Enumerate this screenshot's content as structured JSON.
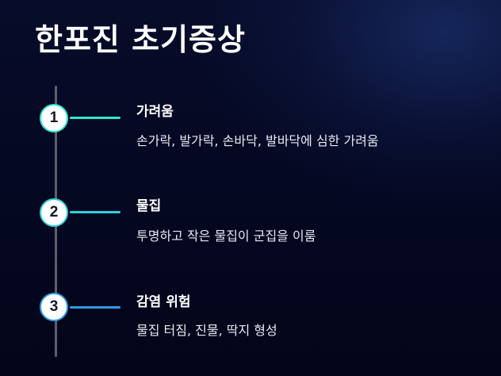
{
  "slide": {
    "title": "한포진 초기증상"
  },
  "steps": [
    {
      "number": "1",
      "title": "가려움",
      "description": "손가락, 발가락, 손바닥, 발바닥에 심한 가려움",
      "accent_color": "#2ee8c8"
    },
    {
      "number": "2",
      "title": "물집",
      "description": "투명하고 작은 물집이 군집을 이룸",
      "accent_color": "#2fd0d8"
    },
    {
      "number": "3",
      "title": "감염 위험",
      "description": "물집 터짐, 진물, 딱지 형성",
      "accent_color": "#2f9be8"
    }
  ]
}
